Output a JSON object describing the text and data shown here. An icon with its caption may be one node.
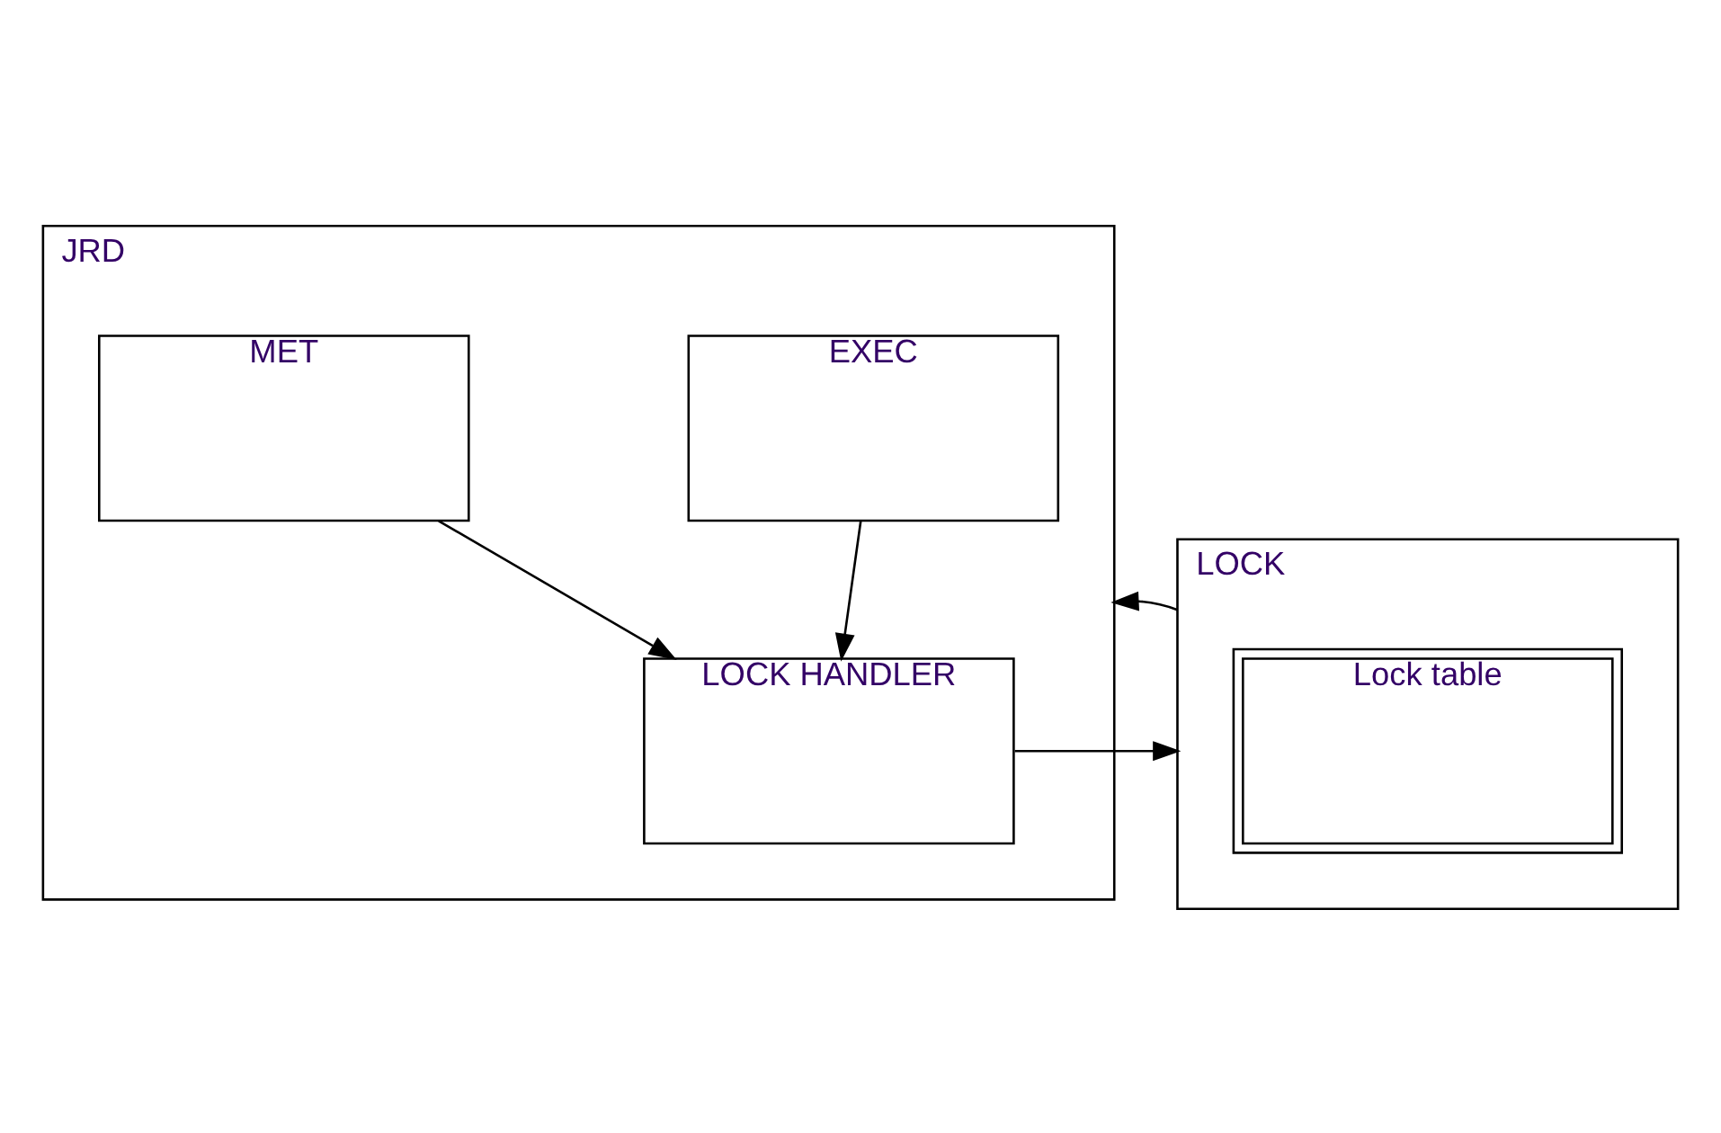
{
  "diagram": {
    "nodes": [
      {
        "text": [
          "JRD"
        ]
      },
      {
        "text": [
          "EXEC"
        ],
        "in": 0
      },
      {
        "text": [
          "MET"
        ],
        "in": 0
      },
      {
        "text": [
          "LOCK HANDLER"
        ],
        "in": 0
      },
      {
        "text": [
          "LOCK"
        ]
      },
      {
        "text": [
          "Lock table"
        ],
        "in": 4
      }
    ],
    "edges": [
      {
        "from": 1,
        "to": 3,
        "arrow": "to"
      },
      {
        "from": 2,
        "to": 3,
        "arrow": "to"
      },
      {
        "from": 3,
        "to": 4,
        "arrow": "to"
      },
      {
        "from": 4,
        "to": 0,
        "arrow": "to"
      }
    ]
  }
}
